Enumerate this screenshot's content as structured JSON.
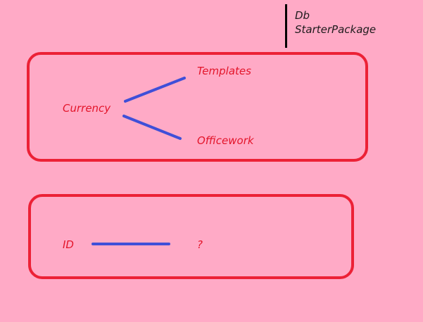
{
  "header": {
    "line1": "Db",
    "line2": "StarterPackage"
  },
  "top_group": {
    "source": "Currency",
    "targets": [
      "Templates",
      "Officework"
    ]
  },
  "bottom_group": {
    "source": "ID",
    "target": "?"
  },
  "colors": {
    "background": "#ffaac6",
    "box_border": "#ec2136",
    "label_text": "#e3152a",
    "connector": "#3f4fd8",
    "header_text": "#1e1b1c"
  }
}
